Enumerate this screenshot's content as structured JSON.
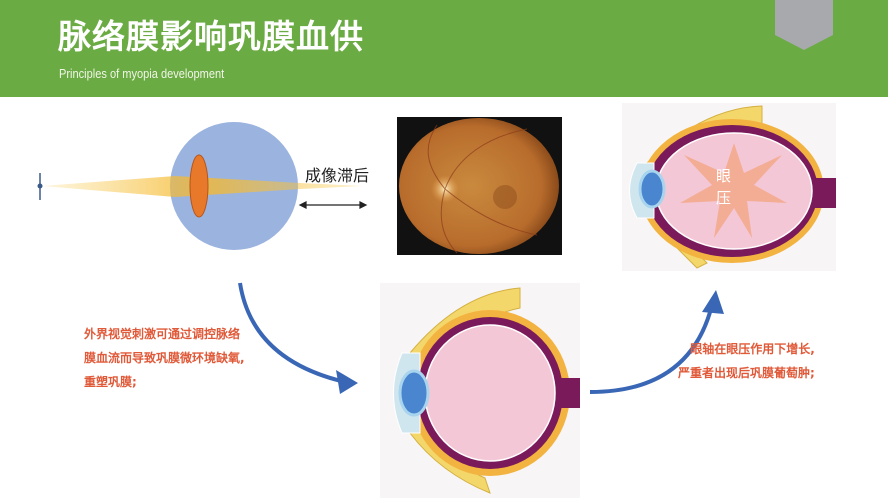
{
  "header": {
    "title": "脉络膜影响巩膜血供",
    "subtitle": "Principles of myopia development",
    "background_color": "#6bab43",
    "badge_color": "#a7a9ac"
  },
  "diagram": {
    "lag_label": "成像滞后",
    "pressure_label_line1": "眼",
    "pressure_label_line2": "压"
  },
  "notes": {
    "left_line1": "外界视觉刺激可通过调控脉络",
    "left_line2": "膜血流而导致巩膜微环境缺氧,",
    "left_line3": "重塑巩膜;",
    "right_line1": "眼轴在眼压作用下增长,",
    "right_line2": "严重者出现后巩膜葡萄肿;",
    "text_color": "#e05a3a"
  },
  "arrows": {
    "color": "#3a67b5"
  }
}
